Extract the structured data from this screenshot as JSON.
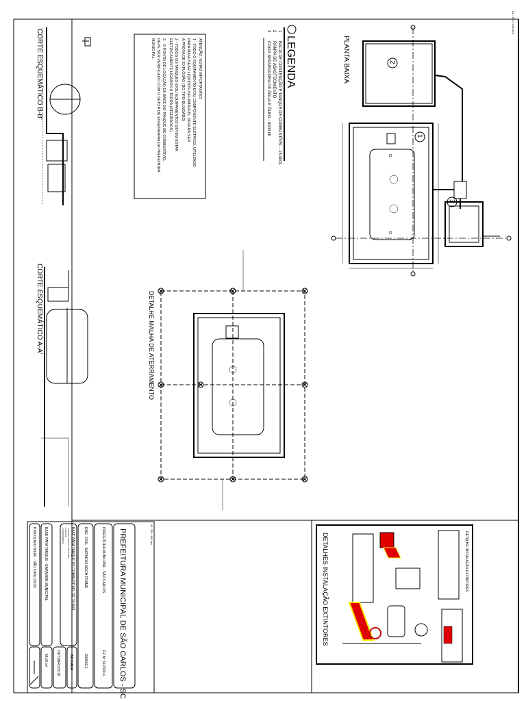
{
  "sheet": {
    "format_label": "A1 - 594 x 841 mm"
  },
  "planta_baixa": {
    "title": "PLANTA BAIXA",
    "markers": [
      "1",
      "2",
      "3"
    ]
  },
  "legend": {
    "title": "LEGENDA",
    "items": [
      {
        "num": "1",
        "text": "BACIA DE CONTENÇÃO E TANQUE DE COMBUSTÍVEL - 15.000L"
      },
      {
        "num": "2",
        "text": "RAMPA DE ABASTECIMENTO"
      },
      {
        "num": "3",
        "text": "CAIXA SEPARADORA DE ÁGUA E ÓLEO - 5000 l/h"
      }
    ]
  },
  "notes": {
    "title": "ATENÇÃO: NOTAS IMPORTANTES",
    "lines": [
      "1 - TODO O EQUIPAMENTO E/OU COMPONENTE ELÉTRICO, UTILIZADO",
      "PARA MANUSEAR LIQUIDOS INFLAMÁVEIS, DEVERÁ SER",
      "A PROVA DE EXPLOSÃO (DO TIPO BLINDADO)",
      "2 - TODOS OS TANQUES E/OU EQUIPAMENTOS DEVEM ESTAR",
      "ELETRICAMENTE LIGADOS À TERRA (ATERRADOS).",
      "3 - O PONTO DE LOCAÇÃO DA BASE DO TANQUE DE COMBUSTÍVEL",
      "DEVE SER VERIFICADO COM O SETOR DE ENGENHARIA DA PREFEITURA",
      "MUNICIPAL."
    ]
  },
  "sections": {
    "corte_bb": "CORTE ESQUEMÁTICO B-B'",
    "corte_aa": "CORTE ESQUEMÁTICO A-A'",
    "malha": "DETALHE MALHA DE ATERRAMENTO"
  },
  "extintores": {
    "title": "DETALHES INSTALAÇÃO EXTINTORES",
    "subtitle": "DETALHE INSTALAÇÃO EXTINTORES"
  },
  "title_block": {
    "format_label": "A1 - 594 x 841 mm",
    "header": "PREFEITURA MUNICIPAL DE SÃO CARLOS - SC",
    "owner": "PREFEITURA MUNICIPAL - SÃO CARLOS",
    "owner_doc": "RZ Nº 311/300-6",
    "engineer": "ENG. CIVIL - MATHEUS BOCH FRAME",
    "engineer_reg": "D60562-1",
    "project": "BASE PARA TANQUE DE COMBUSTÍVEL DE 15.000L",
    "contents": [
      "- PLANTAS BAIXAS - DETALHES",
      "- CORTES",
      "- ATERRAMENTO"
    ],
    "scale": "INDICADA",
    "date": "OUTUBRO/2018",
    "work": "BASE PARA TANQUE - GARAGEM MUNICIPAL",
    "area": "55,60 m²",
    "address": "RUA OLAVO BILAC - SÃO CARLOS/SC"
  },
  "colors": {
    "ink": "#000000",
    "extinguisher_red": "#e00000",
    "highlight_yellow": "#ffee00"
  }
}
